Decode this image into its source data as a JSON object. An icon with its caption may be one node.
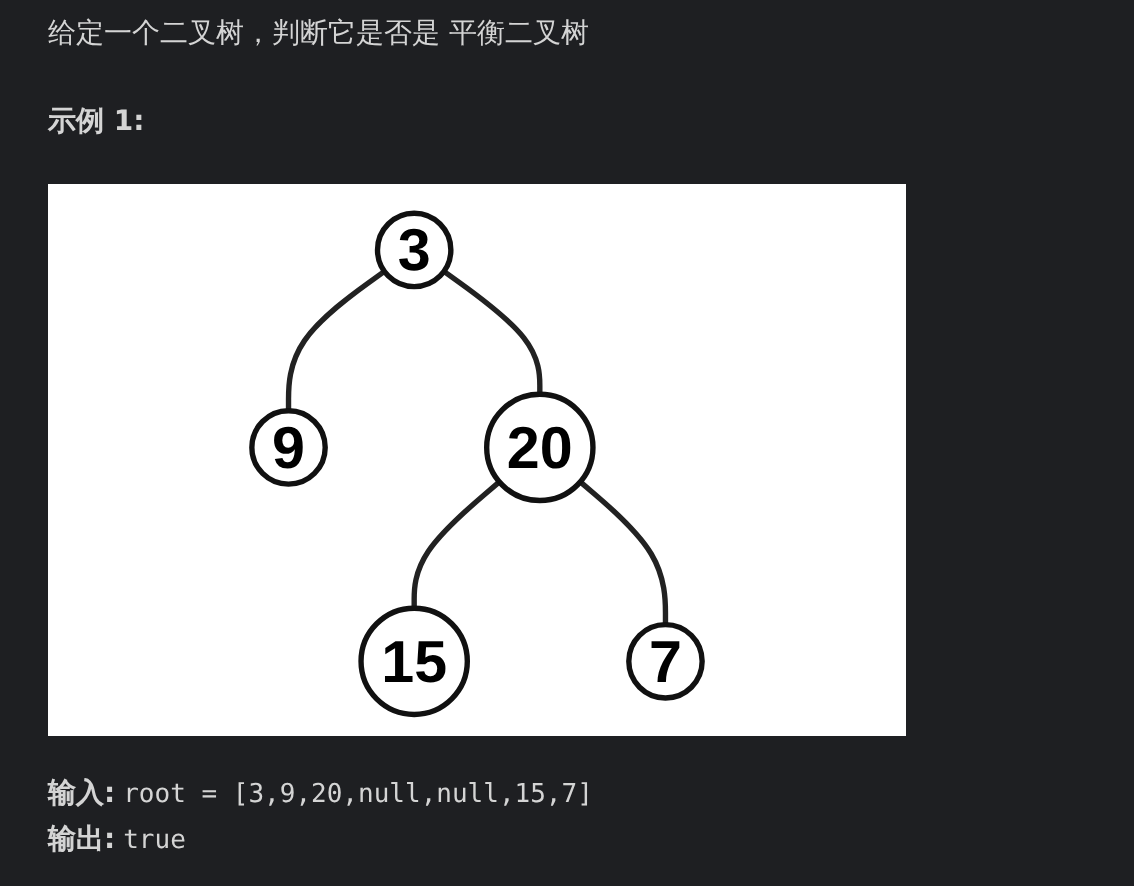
{
  "diagram": {
    "title": "给定一个二叉树，判断它是否是 平衡二叉树",
    "nodes": [
      {
        "text": [
          "3"
        ]
      },
      {
        "text": [
          "9"
        ]
      },
      {
        "text": [
          "20"
        ]
      },
      {
        "text": [
          "15"
        ]
      },
      {
        "text": [
          "7"
        ]
      }
    ],
    "edges": [
      {
        "from": 0,
        "to": 1,
        "arrow": "none"
      },
      {
        "from": 0,
        "to": 2,
        "arrow": "none"
      },
      {
        "from": 2,
        "to": 3,
        "arrow": "none"
      },
      {
        "from": 2,
        "to": 4,
        "arrow": "none"
      }
    ],
    "labels": [
      "示例 1:",
      "输入:",
      "root = [3,9,20,null,null,15,7]",
      "输出:",
      "true"
    ]
  }
}
